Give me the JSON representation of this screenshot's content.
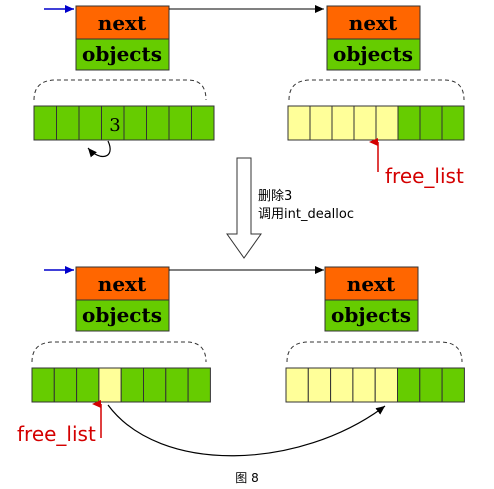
{
  "colors": {
    "next_fill": "#ff6600",
    "objects_fill": "#66cc00",
    "used_cell": "#66cc00",
    "free_cell": "#ffff99",
    "pointer_blue": "#0000cc",
    "free_list_red": "#d40000"
  },
  "block": {
    "next_label": "next",
    "objects_label": "objects"
  },
  "top": {
    "left_array": {
      "cells": [
        "used",
        "used",
        "used",
        "used",
        "used",
        "used",
        "used",
        "used"
      ],
      "number_label": "3"
    },
    "right_array": {
      "cells": [
        "free",
        "free",
        "free",
        "free",
        "free",
        "used",
        "used",
        "used"
      ],
      "free_list_label": "free_list"
    }
  },
  "operation": {
    "line1": "删除3",
    "line2": "调用int_dealloc"
  },
  "bottom": {
    "left_array": {
      "cells": [
        "used",
        "used",
        "used",
        "free",
        "used",
        "used",
        "used",
        "used"
      ],
      "free_list_label": "free_list"
    },
    "right_array": {
      "cells": [
        "free",
        "free",
        "free",
        "free",
        "free",
        "used",
        "used",
        "used"
      ]
    }
  },
  "caption": "图 8"
}
